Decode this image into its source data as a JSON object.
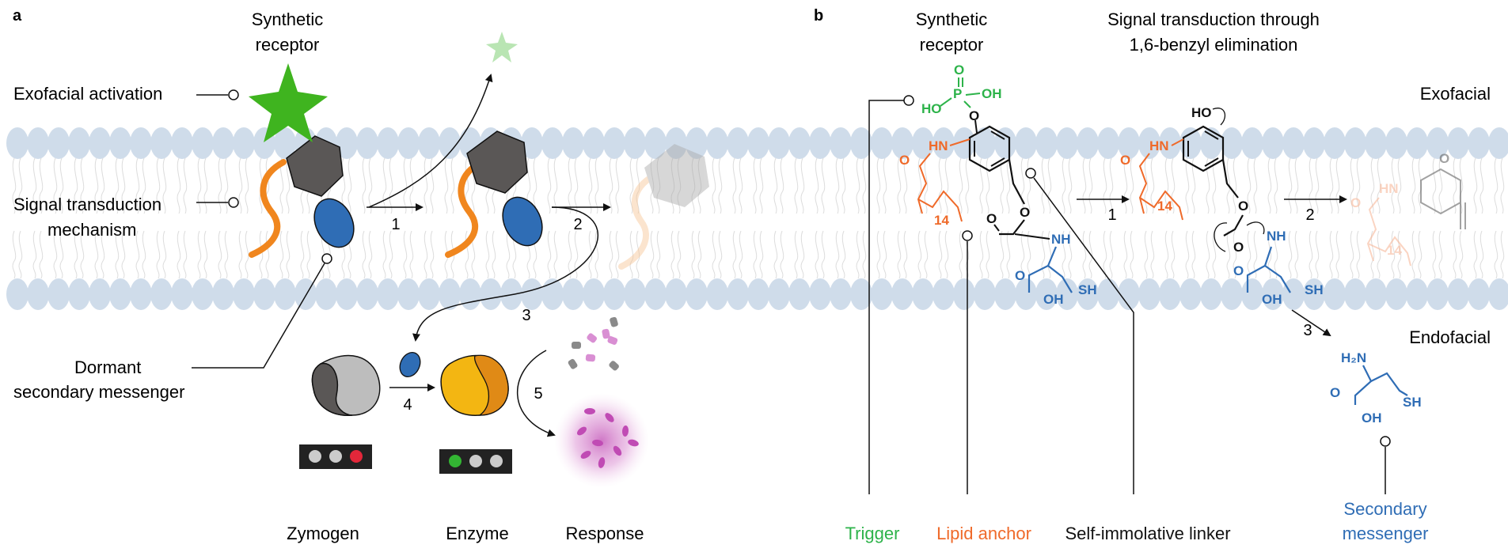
{
  "panel_a": {
    "letter": "a",
    "title_line1": "Synthetic",
    "title_line2": "receptor",
    "label_exofacial_activation": "Exofacial activation",
    "label_signal_line1": "Signal transduction",
    "label_signal_line2": "mechanism",
    "label_dormant_line1": "Dormant",
    "label_dormant_line2": "secondary messenger",
    "steps": [
      "1",
      "2",
      "3",
      "4",
      "5"
    ],
    "bottom_labels": [
      "Zymogen",
      "Enzyme",
      "Response"
    ]
  },
  "panel_b": {
    "letter": "b",
    "title_line1": "Synthetic",
    "title_line2": "receptor",
    "title2_line1": "Signal transduction through",
    "title2_line2": "1,6-benzyl elimination",
    "side_exofacial": "Exofacial",
    "side_endofacial": "Endofacial",
    "steps": [
      "1",
      "2",
      "3"
    ],
    "bottom_trigger": "Trigger",
    "bottom_lipid": "Lipid anchor",
    "bottom_linker": "Self-immolative linker",
    "bottom_messenger_line1": "Secondary",
    "bottom_messenger_line2": "messenger",
    "chem": {
      "O": "O",
      "P": "P",
      "OH": "OH",
      "HO": "HO",
      "HN": "HN",
      "NH": "NH",
      "SH": "SH",
      "H2N": "H₂N",
      "n14": "14"
    }
  },
  "colors": {
    "membrane": "#cfdcea",
    "star_green": "#3fb41f",
    "hexagon_gray": "#5a5756",
    "tail_orange": "#f0861e",
    "messenger_blue": "#2f6db5",
    "enzyme_yellow": "#f3b612",
    "enzyme_orange": "#e08a16",
    "response_magenta": "#c04bb4",
    "trigger_green": "#2db34a",
    "lipid_orange": "#ef6a2a",
    "text_blue": "#2f6db5"
  },
  "icons": [
    "star-icon",
    "hexagon-icon",
    "lipid-tail-icon",
    "ellipse-icon",
    "zymogen-icon",
    "enzyme-icon",
    "indicator-lights-icon",
    "response-burst-icon"
  ]
}
